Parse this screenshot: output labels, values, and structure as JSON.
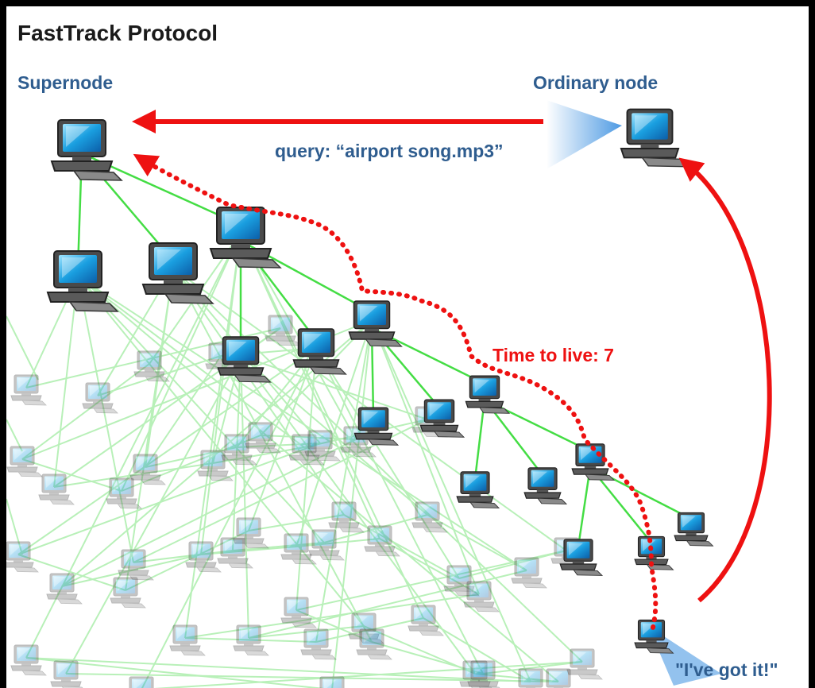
{
  "title": "FastTrack Protocol",
  "labels": {
    "supernode": "Supernode",
    "ordinary_node": "Ordinary node",
    "query": "query:  “airport song.mp3”",
    "ttl": "Time to live: 7",
    "got_it": "\"I've got it!\""
  },
  "colors": {
    "background": "#ffffff",
    "frame": "#000000",
    "title": "#1a1a1a",
    "label_blue": "#2f5d8f",
    "arrow_red": "#ee1111",
    "link_green": "#44dd44",
    "link_green_faded": "#b8f0b8",
    "screen_blue": "#1a9fe0"
  },
  "icons": [
    "computer-icon"
  ]
}
